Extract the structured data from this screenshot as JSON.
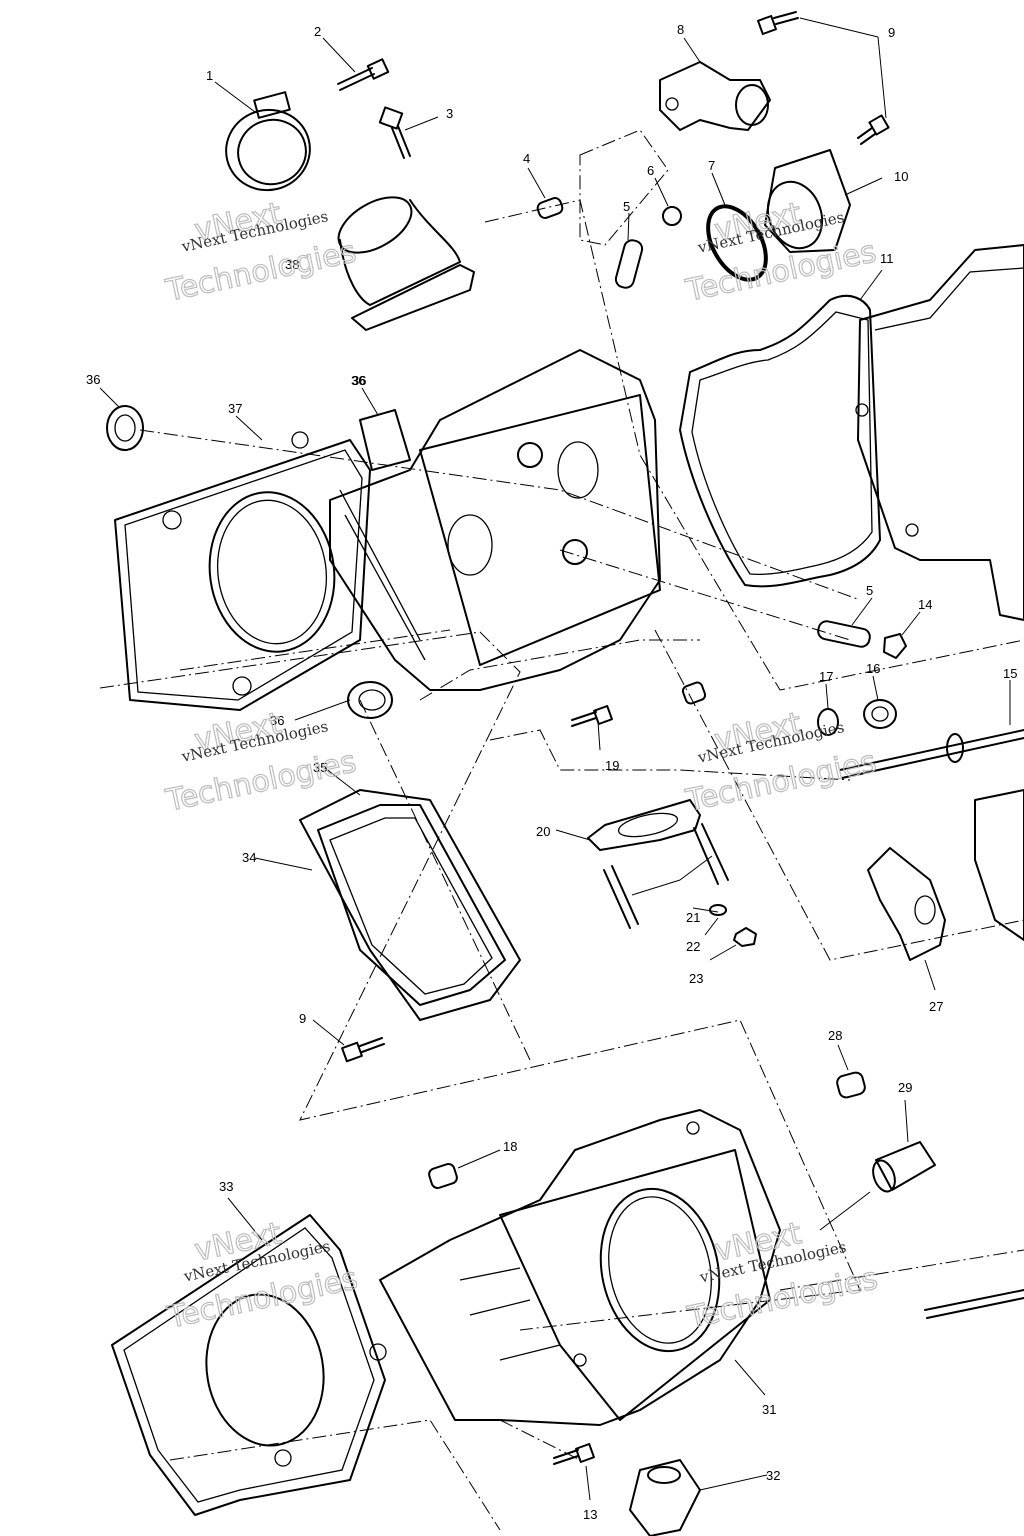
{
  "diagram": {
    "watermark": {
      "line1": "vNext Technologies",
      "line2": "vNext",
      "line3": "Technologies"
    },
    "callouts": [
      "1",
      "2",
      "3",
      "4",
      "5",
      "5",
      "6",
      "7",
      "8",
      "9",
      "9",
      "10",
      "11",
      "13",
      "14",
      "15",
      "16",
      "17",
      "18",
      "19",
      "20",
      "21",
      "22",
      "23",
      "27",
      "28",
      "29",
      "31",
      "32",
      "33",
      "34",
      "35",
      "36",
      "36",
      "36",
      "36",
      "37",
      "38"
    ]
  }
}
